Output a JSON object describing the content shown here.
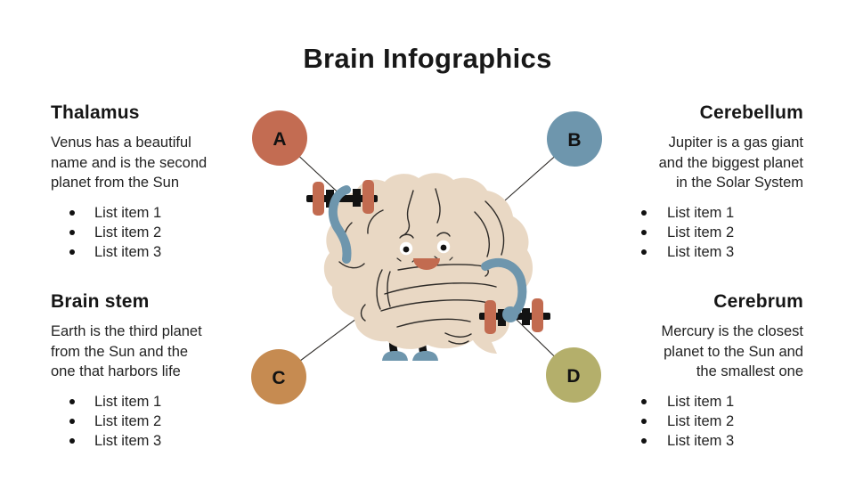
{
  "slide": {
    "title": "Brain Infographics"
  },
  "sections": [
    {
      "marker": "A",
      "heading": "Thalamus",
      "description_lines": [
        "Venus has a beautiful",
        "name and is the second",
        "planet from the Sun"
      ],
      "items": [
        "List item 1",
        "List item 2",
        "List item 3"
      ]
    },
    {
      "marker": "B",
      "heading": "Cerebellum",
      "description_lines": [
        "Jupiter is a gas giant",
        "and the biggest planet",
        "in the Solar System"
      ],
      "items": [
        "List item 1",
        "List item 2",
        "List item 3"
      ]
    },
    {
      "marker": "C",
      "heading": "Brain stem",
      "description_lines": [
        "Earth is the third planet",
        "from the Sun and the",
        "one that harbors life"
      ],
      "items": [
        "List item 1",
        "List item 2",
        "List item 3"
      ]
    },
    {
      "marker": "D",
      "heading": "Cerebrum",
      "description_lines": [
        "Mercury is the closest",
        "planet to the Sun and",
        "the smallest one"
      ],
      "items": [
        "List item 1",
        "List item 2",
        "List item 3"
      ]
    }
  ],
  "illustration": {
    "name": "brain-character-lifting-dumbbells",
    "colors": {
      "brain": "#E9D8C4",
      "terracotta": "#C26B50",
      "steel_blue": "#6E96AD",
      "camel": "#C68B51",
      "olive": "#B4AF6B",
      "outline": "#2E2B28",
      "black": "#121212"
    },
    "markers": {
      "a": "#C36C52",
      "b": "#6E96AD",
      "c": "#C68B51",
      "d": "#B4AF6B"
    }
  }
}
